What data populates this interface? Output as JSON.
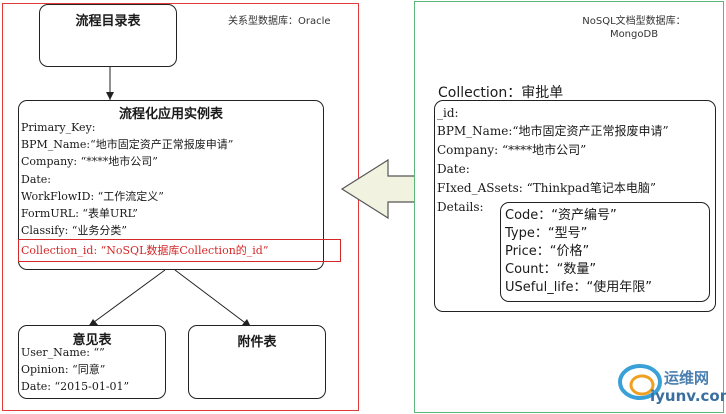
{
  "colors": {
    "left_border": "#e03a3a",
    "right_border": "#5cb87a",
    "highlight": "#d42828",
    "arrow_fill": "#f2f2e1",
    "arrow_stroke": "#555555"
  },
  "left_panel": {
    "db_label": "关系型数据库：Oracle",
    "catalog_box": {
      "title": "流程目录表"
    },
    "instance_box": {
      "title": "流程化应用实例表",
      "fields": [
        "Primary_Key:",
        "BPM_Name:“地市固定资产正常报废申请”",
        "Company: “****地市公司”",
        "Date:",
        "WorkFlowID: “工作流定义”",
        "FormURL: “表单URL”",
        "Classify: “业务分类”"
      ],
      "highlight_field": "Collection_id: “NoSQL数据库Collection的_id”"
    },
    "opinion_box": {
      "title": "意见表",
      "fields": [
        "User_Name: “”",
        "Opinion:   “同意”",
        "Date: “2015-01-01”"
      ]
    },
    "attachment_box": {
      "title": "附件表"
    }
  },
  "right_panel": {
    "db_label_line1": "NoSQL文档型数据库：",
    "db_label_line2": "MongoDB",
    "collection_title": "Collection：审批单",
    "fields": [
      "_id:",
      "BPM_Name:“地市固定资产正常报废申请”",
      "Company: “****地市公司”",
      "Date:",
      "FIxed_ASsets: “Thinkpad笔记本电脑”",
      "Details:"
    ],
    "details": [
      "Code：“资产编号”",
      "Type：“型号”",
      "Price：“价格”",
      "Count：“数量”",
      "USeful_life：“使用年限”"
    ]
  },
  "watermark": {
    "text": "运维网",
    "url": "iyunv.com"
  }
}
